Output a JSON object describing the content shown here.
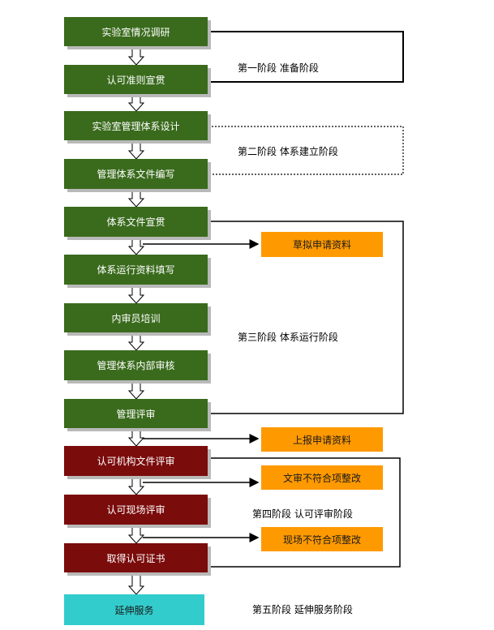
{
  "steps": [
    {
      "label": "实验室情况调研"
    },
    {
      "label": "认可准则宣贯"
    },
    {
      "label": "实验室管理体系设计"
    },
    {
      "label": "管理体系文件编写"
    },
    {
      "label": "体系文件宣贯"
    },
    {
      "label": "体系运行资料填写"
    },
    {
      "label": "内审员培训"
    },
    {
      "label": "管理体系内部审核"
    },
    {
      "label": "管理评审"
    },
    {
      "label": "认可机构文件评审"
    },
    {
      "label": "认可现场评审"
    },
    {
      "label": "取得认可证书"
    },
    {
      "label": "延伸服务"
    }
  ],
  "side_boxes": [
    {
      "label": "草拟申请资料"
    },
    {
      "label": "上报申请资料"
    },
    {
      "label": "文审不符合项整改"
    },
    {
      "label": "现场不符合项整改"
    }
  ],
  "stages": [
    {
      "label": "第一阶段 准备阶段"
    },
    {
      "label": "第二阶段 体系建立阶段"
    },
    {
      "label": "第三阶段 体系运行阶段"
    },
    {
      "label": "第四阶段 认可评审阶段"
    },
    {
      "label": "第五阶段 延伸服务阶段"
    }
  ],
  "colors": {
    "preparation_box": "#3a6b1d",
    "assessment_box": "#7b0c0c",
    "extension_box": "#33cccc",
    "side_box": "#ff9900"
  }
}
